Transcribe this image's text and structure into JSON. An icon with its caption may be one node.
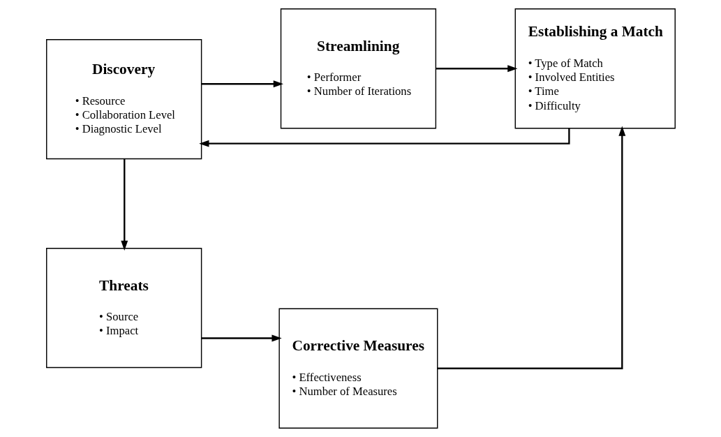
{
  "diagram": {
    "nodes": [
      {
        "text": [
          "Discovery",
          "• Resource",
          "• Collaboration Level",
          "• Diagnostic Level"
        ]
      },
      {
        "text": [
          "Streamlining",
          "• Performer",
          "• Number of Iterations"
        ]
      },
      {
        "text": [
          "Establishing a Match",
          "• Type of Match",
          "• Involved Entities",
          "• Time",
          "• Difficulty"
        ]
      },
      {
        "text": [
          "Threats",
          "• Source",
          "• Impact"
        ]
      },
      {
        "text": [
          "Corrective Measures",
          "• Effectiveness",
          "• Number of Measures"
        ]
      }
    ],
    "edges": [
      {
        "from": 0,
        "to": 1,
        "arrow": "to"
      },
      {
        "from": 1,
        "to": 2,
        "arrow": "to"
      },
      {
        "from": 2,
        "to": 0,
        "arrow": "to"
      },
      {
        "from": 0,
        "to": 3,
        "arrow": "to"
      },
      {
        "from": 3,
        "to": 4,
        "arrow": "to"
      },
      {
        "from": 4,
        "to": 2,
        "arrow": "to"
      }
    ]
  }
}
